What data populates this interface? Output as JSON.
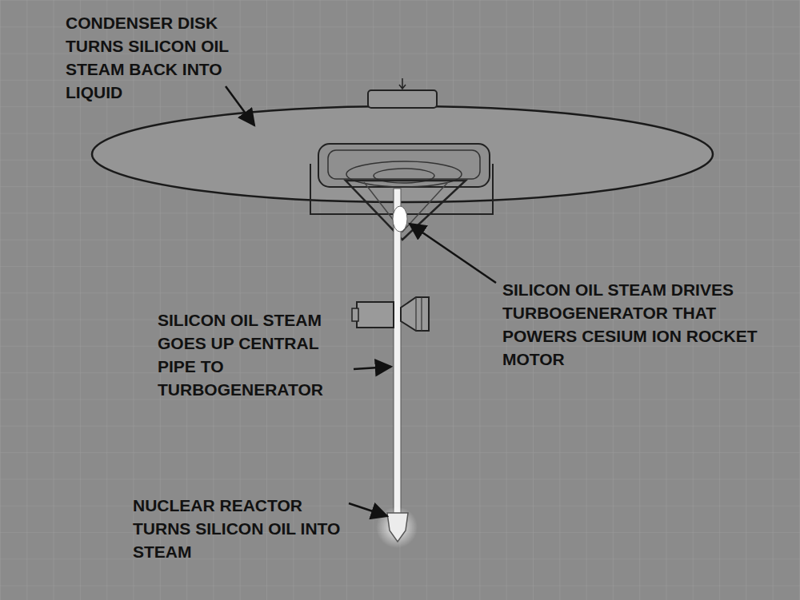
{
  "diagram": {
    "labels": [
      "CONDENSER DISK TURNS SILICON OIL STEAM BACK INTO LIQUID",
      "SILICON OIL STEAM DRIVES TURBOGENERATOR THAT POWERS CESIUM ION ROCKET MOTOR",
      "SILICON OIL STEAM GOES UP CENTRAL PIPE TO TURBOGENERATOR",
      "NUCLEAR REACTOR TURNS SILICON OIL INTO STEAM"
    ]
  }
}
